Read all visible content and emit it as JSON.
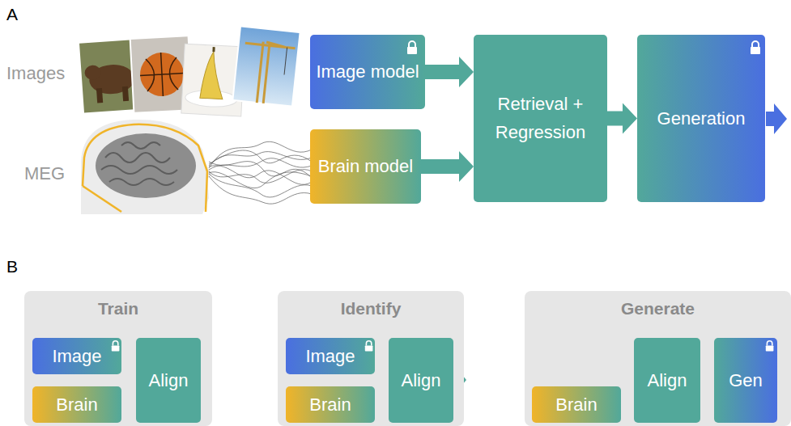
{
  "diagram": {
    "nodes": [
      {
        "text": [
          "Image model"
        ]
      },
      {
        "text": [
          "Brain model"
        ]
      },
      {
        "text": [
          "Retrieval + Regression"
        ]
      },
      {
        "text": [
          "Generation"
        ]
      },
      {
        "text": [
          "Train"
        ]
      },
      {
        "text": [
          "Image"
        ],
        "in": 4
      },
      {
        "text": [
          "Brain"
        ],
        "in": 4
      },
      {
        "text": [
          "Align"
        ],
        "in": 4
      },
      {
        "text": [
          "Identify"
        ]
      },
      {
        "text": [
          "Image"
        ],
        "in": 8
      },
      {
        "text": [
          "Brain"
        ],
        "in": 8
      },
      {
        "text": [
          "Align"
        ],
        "in": 8
      },
      {
        "text": [
          "Generate"
        ]
      },
      {
        "text": [
          "Brain"
        ],
        "in": 12
      },
      {
        "text": [
          "Align"
        ],
        "in": 12
      },
      {
        "text": [
          "Gen"
        ],
        "in": 12
      }
    ],
    "edges": [
      {
        "from": 0,
        "to": 2,
        "arrow": "to"
      },
      {
        "from": 1,
        "to": 2,
        "arrow": "to"
      },
      {
        "from": 2,
        "to": 3,
        "arrow": "to"
      },
      {
        "from": 5,
        "to": 7,
        "arrow": "to"
      },
      {
        "from": 6,
        "to": 7,
        "arrow": "to"
      },
      {
        "from": 9,
        "to": 11,
        "arrow": "to"
      },
      {
        "from": 10,
        "to": 11,
        "arrow": "to"
      },
      {
        "from": 13,
        "to": 14,
        "arrow": "to"
      },
      {
        "from": 14,
        "to": 15,
        "arrow": "to"
      }
    ],
    "labels": [
      "A",
      "Images",
      "MEG",
      "B"
    ]
  }
}
